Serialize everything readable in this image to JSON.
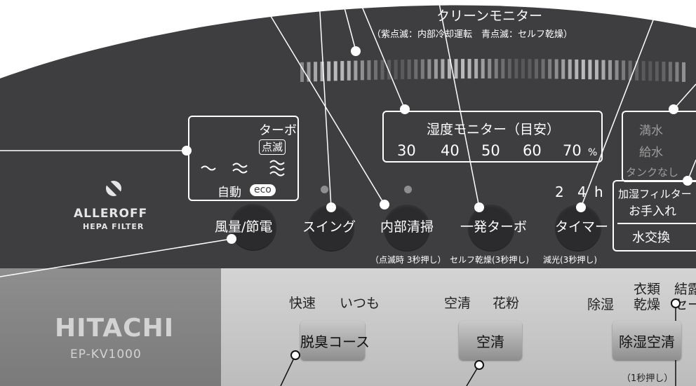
{
  "clean_monitor": {
    "title": "クリーンモニター",
    "note": "（紫点滅：内部冷却運転　青点滅：セルフ乾燥）"
  },
  "fan": {
    "turbo": "ターボ",
    "blink": "点滅",
    "auto": "自動",
    "eco": "eco"
  },
  "humidity": {
    "title": "湿度モニター（目安）",
    "values": [
      "30",
      "40",
      "50",
      "60",
      "70"
    ],
    "unit": "%"
  },
  "timer": {
    "h2": "2",
    "h4": "4",
    "h": "h"
  },
  "water": {
    "full": "満水",
    "supply": "給水",
    "no_tank": "タンクなし"
  },
  "filter": {
    "line1": "加湿フィルター",
    "line2": "お手入れ",
    "line3": "水交換"
  },
  "brand": {
    "alleroff": "ALLEROFF",
    "hepa": "HEPA FILTER",
    "hitachi": "HITACHI",
    "model": "EP-KV1000"
  },
  "buttons": {
    "fan": "風量/節電",
    "swing": "スイング",
    "clean": "内部清掃",
    "turbo": "一発ターボ",
    "timer": "タイマー",
    "clean_sub": "（点滅時 3秒押し）",
    "turbo_sub": "セルフ乾燥(3秒押し)",
    "timer_sub": "減光(3秒押し)"
  },
  "lower": {
    "deodor_modes": [
      "快速",
      "いつも"
    ],
    "deodor_button": "脱臭コース",
    "air_modes": [
      "空清",
      "花粉"
    ],
    "air_button": "空清",
    "dehum_modes": [
      "除湿"
    ],
    "dehum_modes2_top": [
      "衣類",
      "結露"
    ],
    "dehum_modes2_bot": [
      "乾燥",
      "セーフ"
    ],
    "dehum_button": "除湿空清",
    "dehum_sub": "（1秒押し）"
  },
  "colors": {
    "panel": "#3e3e40",
    "silver": "#c4c4c4",
    "button": "#2b2b2d"
  }
}
